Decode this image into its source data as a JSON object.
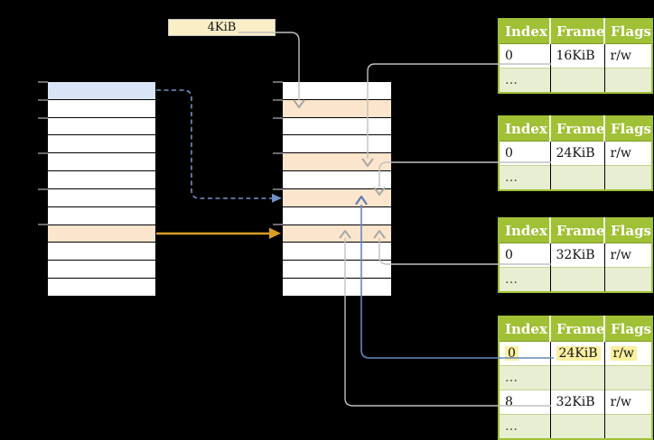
{
  "title": "paging-diagram",
  "page_size_label": "4KiB",
  "colors": {
    "background": "#000000",
    "green": "#a0c036",
    "green_light": "#e7eed2",
    "peach": "#fce5cd",
    "blue_fill": "#d9e4f7",
    "yellow": "#fbf0a0",
    "cream": "#faeec6",
    "cream_border": "#c6c6c6",
    "gray_line": "#c0c0c0",
    "gray_head": "#a8a8a8",
    "blue_line": "#6587be",
    "blue_dash": "#7491c7",
    "orange_arrow": "#d99e24",
    "tick": "#6a6a6a"
  },
  "virtual_memory": {
    "rows": [
      "blue",
      "white",
      "white",
      "white",
      "white",
      "white",
      "white",
      "white",
      "peach",
      "white",
      "white",
      "white"
    ]
  },
  "physical_memory": {
    "rows": [
      "white",
      "peach",
      "white",
      "white",
      "peach",
      "white",
      "peach",
      "white",
      "peach",
      "white",
      "white",
      "white"
    ]
  },
  "page_tables": [
    {
      "headers": [
        "Index",
        "Frame",
        "Flags"
      ],
      "rows": [
        {
          "index": "0",
          "frame": "16KiB",
          "flags": "r/w"
        },
        {
          "index": "…",
          "frame": "",
          "flags": ""
        }
      ]
    },
    {
      "headers": [
        "Index",
        "Frame",
        "Flags"
      ],
      "rows": [
        {
          "index": "0",
          "frame": "24KiB",
          "flags": "r/w"
        },
        {
          "index": "…",
          "frame": "",
          "flags": ""
        }
      ]
    },
    {
      "headers": [
        "Index",
        "Frame",
        "Flags"
      ],
      "rows": [
        {
          "index": "0",
          "frame": "32KiB",
          "flags": "r/w"
        },
        {
          "index": "…",
          "frame": "",
          "flags": ""
        }
      ]
    },
    {
      "headers": [
        "Index",
        "Frame",
        "Flags"
      ],
      "rows": [
        {
          "index": "0",
          "frame": "24KiB",
          "flags": "r/w",
          "highlight": true
        },
        {
          "index": "…",
          "frame": "",
          "flags": ""
        },
        {
          "index": "8",
          "frame": "32KiB",
          "flags": "r/w"
        },
        {
          "index": "…",
          "frame": "",
          "flags": ""
        }
      ]
    }
  ]
}
